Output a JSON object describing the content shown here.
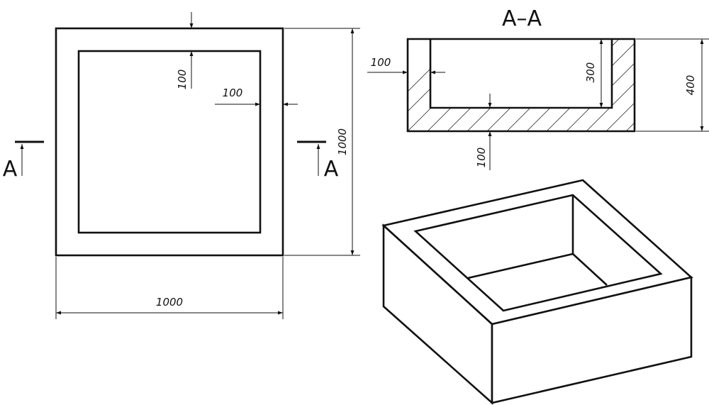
{
  "section": {
    "title": "A–A",
    "marker_letter_left": "A",
    "marker_letter_right": "A"
  },
  "plan_view": {
    "wall_top_label": "100",
    "wall_right_label": "100",
    "width_label": "1000",
    "height_label": "1000"
  },
  "section_view": {
    "wall_left_label": "100",
    "inner_depth_label": "300",
    "outer_height_label": "400",
    "bottom_label": "100"
  },
  "colors": {
    "line": "#111111",
    "background": "#ffffff"
  }
}
